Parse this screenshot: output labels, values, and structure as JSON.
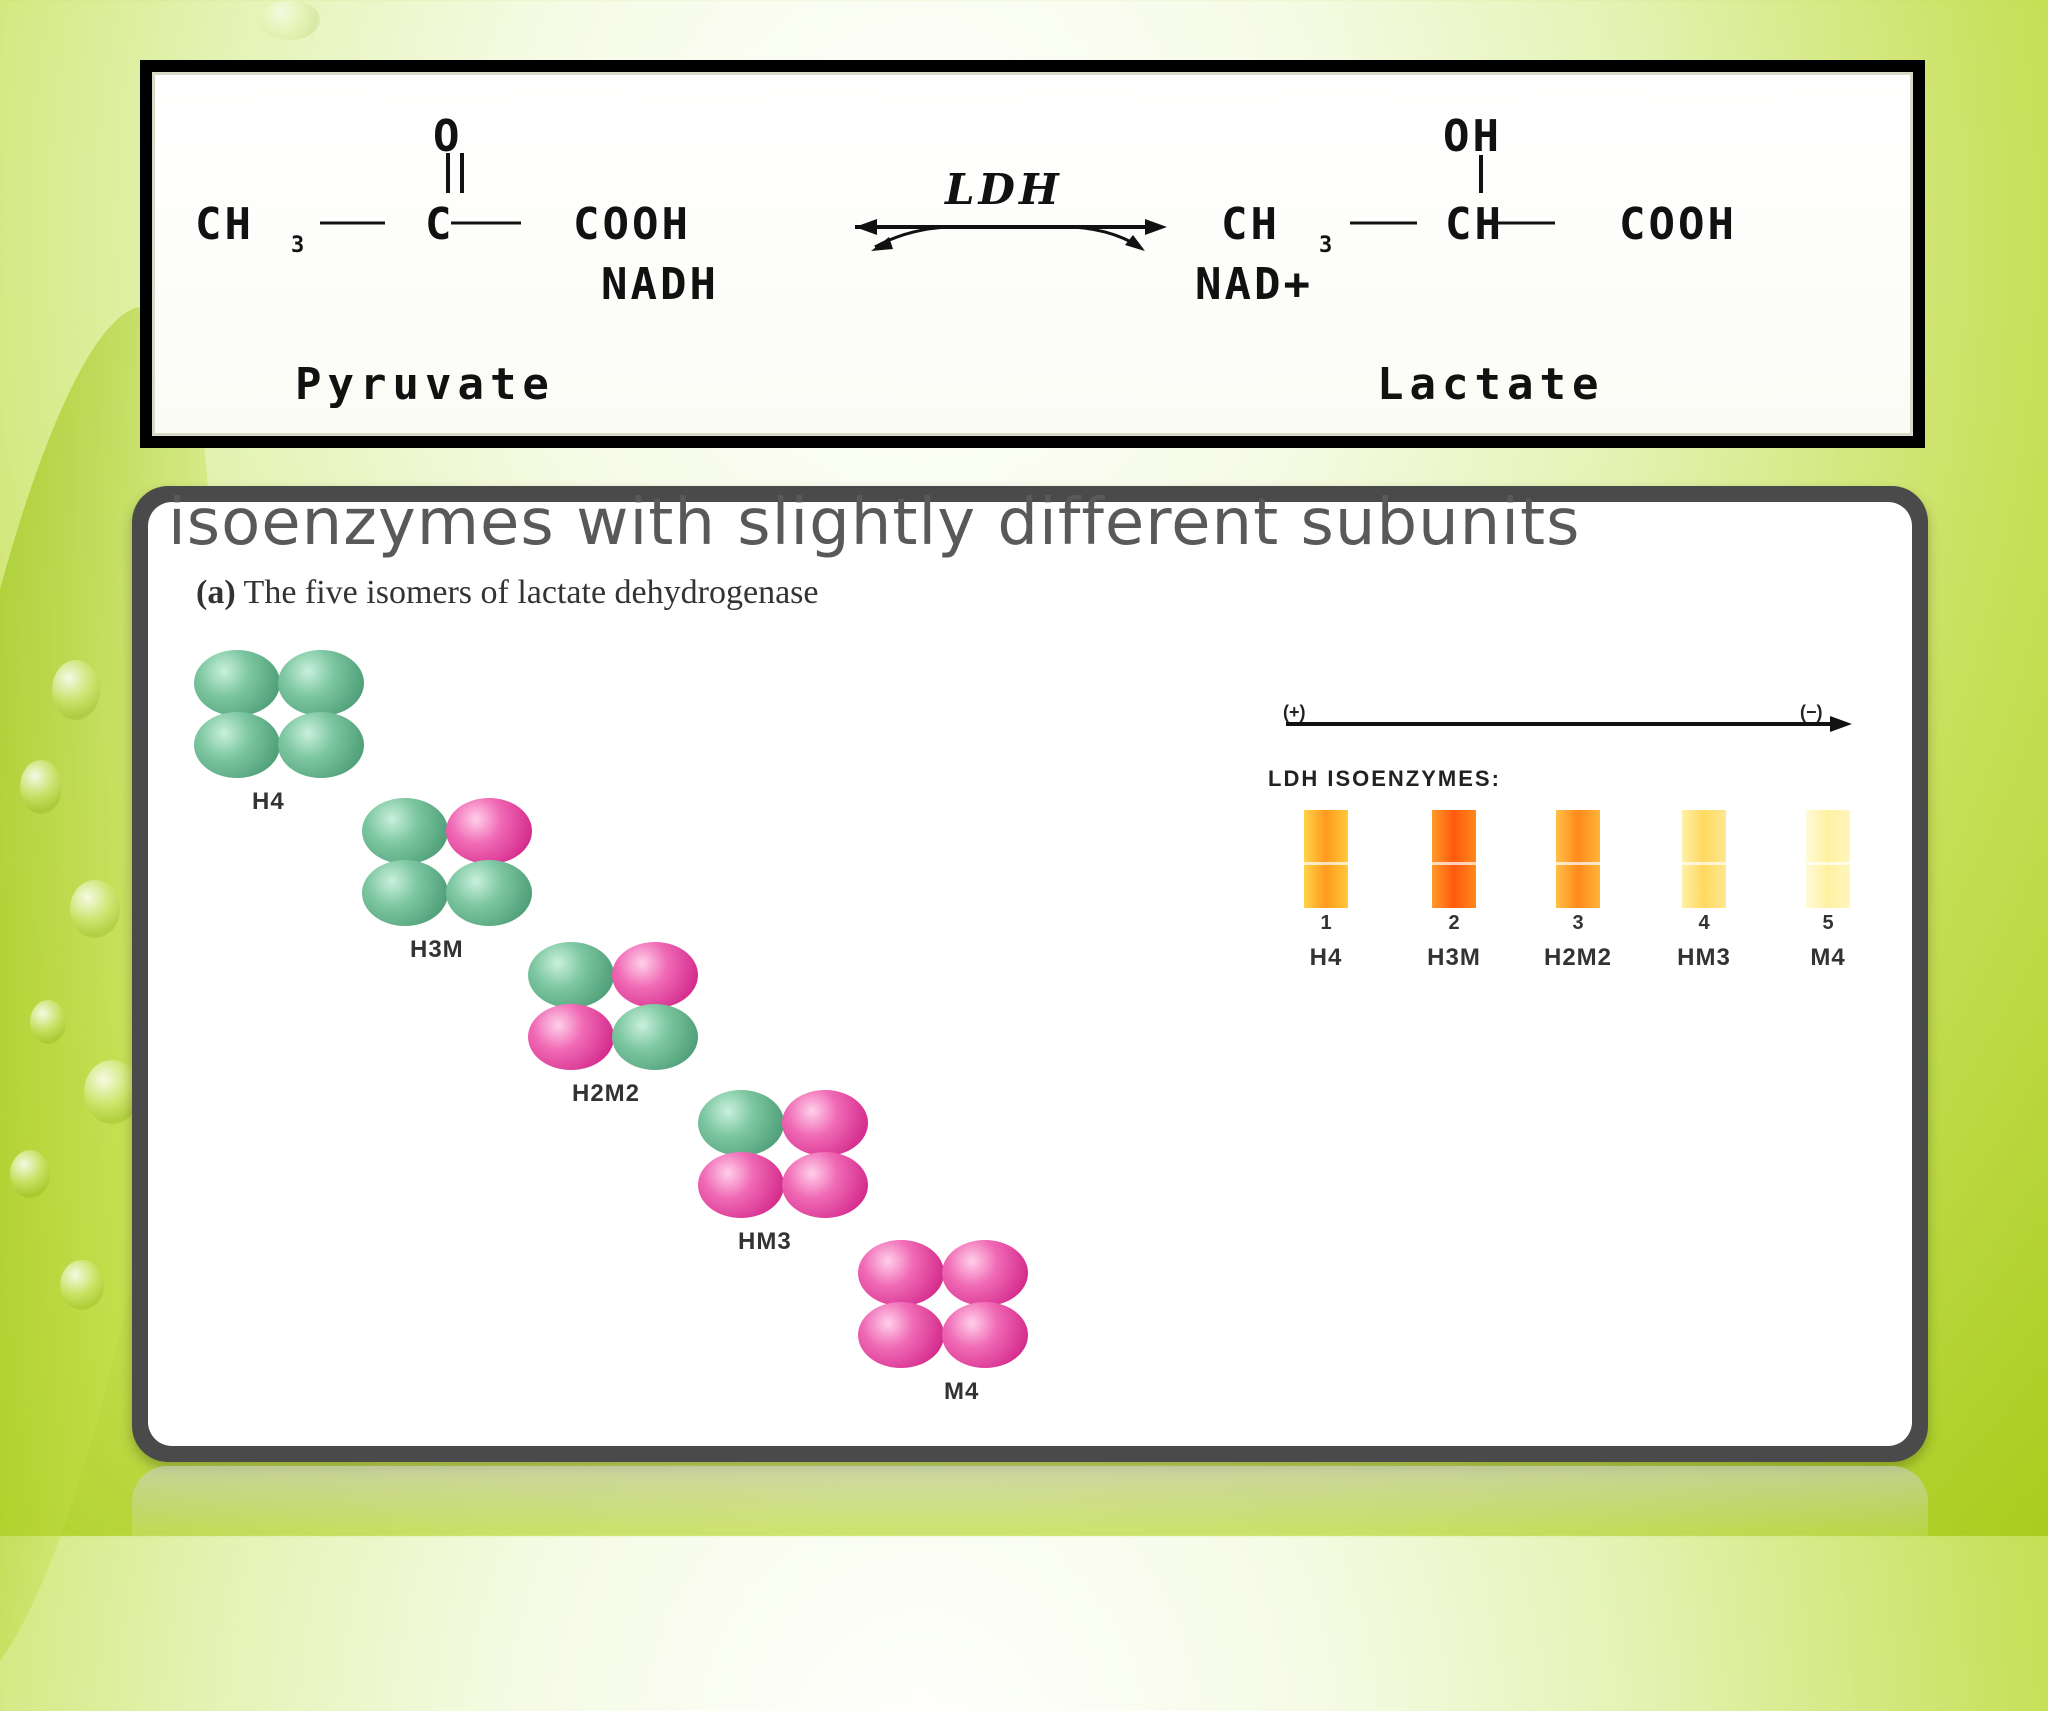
{
  "reaction": {
    "pyruvate_formula": {
      "ch3": "CH",
      "sub3": "3",
      "c": "C",
      "cooh": "COOH",
      "o": "O"
    },
    "lactate_formula": {
      "ch3": "CH",
      "sub3": "3",
      "ch": "CH",
      "cooh": "COOH",
      "oh": "OH"
    },
    "enzyme": "LDH",
    "cofactor_left": "NADH",
    "cofactor_right": "NAD+",
    "substrate_name": "Pyruvate",
    "product_name": "Lactate"
  },
  "isoenzymes": {
    "title": "isoenzymes with slightly different subunits",
    "subtitle_prefix": "(a)",
    "subtitle": "The five isomers of lactate dehydrogenase",
    "tetramers": [
      {
        "label": "H4",
        "subunits": [
          "H",
          "H",
          "H",
          "H"
        ]
      },
      {
        "label": "H3M",
        "subunits": [
          "H",
          "M",
          "H",
          "H"
        ]
      },
      {
        "label": "H2M2",
        "subunits": [
          "H",
          "M",
          "M",
          "H"
        ]
      },
      {
        "label": "HM3",
        "subunits": [
          "H",
          "M",
          "M",
          "M"
        ]
      },
      {
        "label": "M4",
        "subunits": [
          "M",
          "M",
          "M",
          "M"
        ]
      }
    ]
  },
  "gel": {
    "positive_pole": "(+)",
    "negative_pole": "(−)",
    "heading": "LDH ISOENZYMES:",
    "bands": [
      {
        "number": "1",
        "name": "H4",
        "color_top": "#ffd24a",
        "color_mid": "#ff9a1e",
        "color_bottom": "#ffc83a"
      },
      {
        "number": "2",
        "name": "H3M",
        "color_top": "#ff9a2a",
        "color_mid": "#ff5a0e",
        "color_bottom": "#ff8a1a"
      },
      {
        "number": "3",
        "name": "H2M2",
        "color_top": "#ffc04a",
        "color_mid": "#ff8a1a",
        "color_bottom": "#ffb43a"
      },
      {
        "number": "4",
        "name": "HM3",
        "color_top": "#fff0a8",
        "color_mid": "#ffd860",
        "color_bottom": "#ffe890"
      },
      {
        "number": "5",
        "name": "M4",
        "color_top": "#fffbd8",
        "color_mid": "#fff0a0",
        "color_bottom": "#fff6c0"
      }
    ]
  },
  "colors": {
    "subunit_H": "#5aaf86",
    "subunit_M": "#e0409c",
    "card_border": "#4a4a4a",
    "background_accent": "#a8cc1c"
  }
}
